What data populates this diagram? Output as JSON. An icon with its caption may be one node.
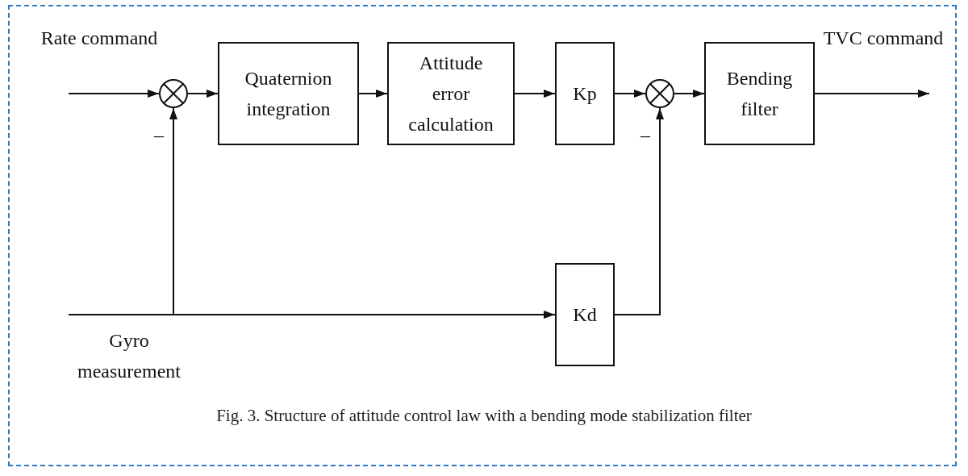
{
  "diagram": {
    "caption": "Fig. 3. Structure of attitude control law with a bending mode stabilization filter",
    "nodes": [
      {
        "text": [],
        "shape": "circle"
      },
      {
        "text": [
          "Quaternion integration"
        ]
      },
      {
        "text": [
          "Attitude error calculation"
        ]
      },
      {
        "text": [
          "Kp"
        ]
      },
      {
        "text": [],
        "shape": "circle"
      },
      {
        "text": [
          "Bending filter"
        ]
      },
      {
        "text": [
          "Kd"
        ]
      }
    ],
    "edges": [
      {
        "from": null,
        "to": 0,
        "arrow": "to"
      },
      {
        "from": 0,
        "to": 1,
        "arrow": "to"
      },
      {
        "from": 1,
        "to": 2,
        "arrow": "to"
      },
      {
        "from": 2,
        "to": 3,
        "arrow": "to"
      },
      {
        "from": 3,
        "to": 4,
        "arrow": "to"
      },
      {
        "from": 4,
        "to": 5,
        "arrow": "to"
      },
      {
        "from": 5,
        "to": null,
        "arrow": "to"
      },
      {
        "from": null,
        "to": 0,
        "arrow": "to"
      },
      {
        "from": null,
        "to": 6,
        "arrow": "to"
      },
      {
        "from": 6,
        "to": 4,
        "arrow": "to"
      }
    ],
    "labels": [
      "Rate command",
      "TVC command",
      "–",
      "–",
      "Gyro measurement"
    ]
  }
}
